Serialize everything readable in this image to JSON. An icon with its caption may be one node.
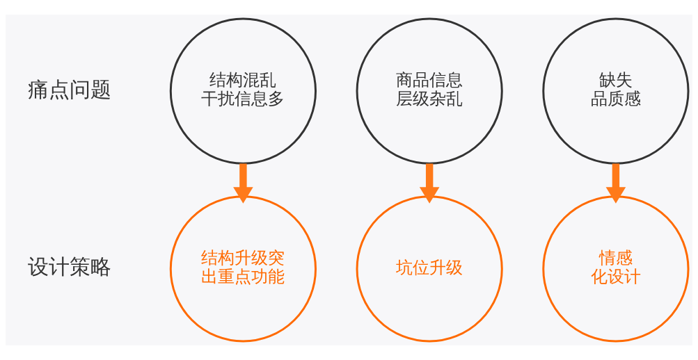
{
  "diagram": {
    "nodes": [
      {
        "text": [
          "结构混乱干扰信息多"
        ]
      },
      {
        "text": [
          "商品信息层级杂乱"
        ]
      },
      {
        "text": [
          "缺失品质感"
        ]
      },
      {
        "text": [
          "结构升级突出重点功能"
        ]
      },
      {
        "text": [
          "坑位升级"
        ]
      },
      {
        "text": [
          "情感化设计"
        ]
      }
    ],
    "edges": [
      {
        "from": 0,
        "to": 3,
        "arrow": "to"
      },
      {
        "from": 1,
        "to": 4,
        "arrow": "to"
      },
      {
        "from": 2,
        "to": 5,
        "arrow": "to"
      }
    ],
    "labels": [
      "痛点问题",
      "设计策略"
    ]
  }
}
